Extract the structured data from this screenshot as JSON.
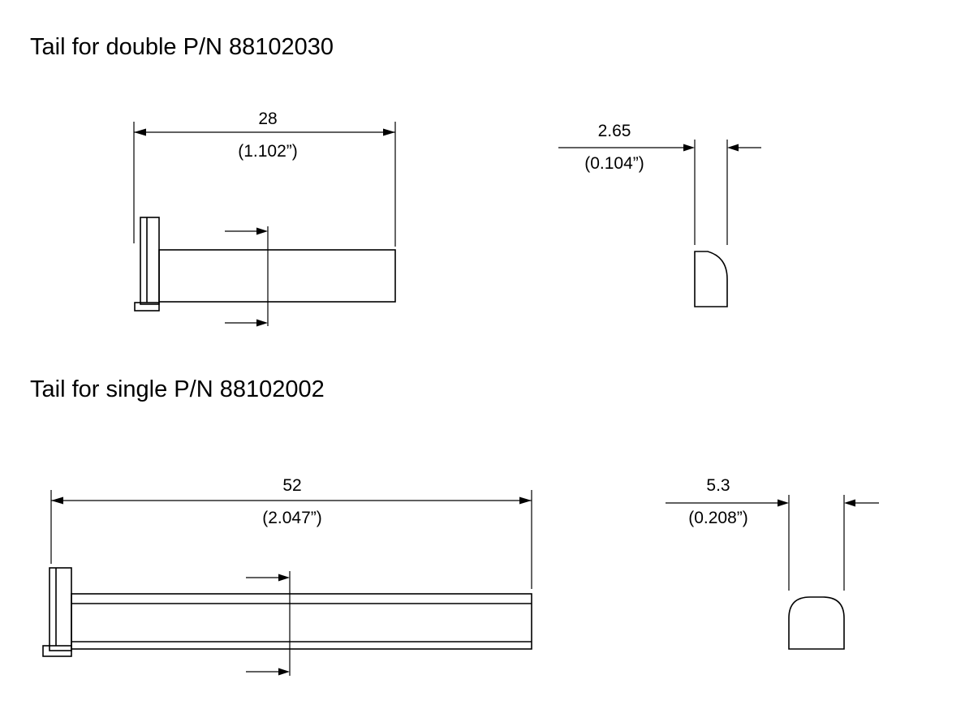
{
  "page": {
    "background": "#ffffff",
    "line_color": "#000000"
  },
  "double": {
    "title": "Tail for double P/N 88102030",
    "length_mm": "28",
    "length_in": "(1.102”)",
    "thickness_mm": "2.65",
    "thickness_in": "(0.104”)"
  },
  "single": {
    "title": "Tail for single P/N 88102002",
    "length_mm": "52",
    "length_in": "(2.047”)",
    "thickness_mm": "5.3",
    "thickness_in": "(0.208”)"
  }
}
